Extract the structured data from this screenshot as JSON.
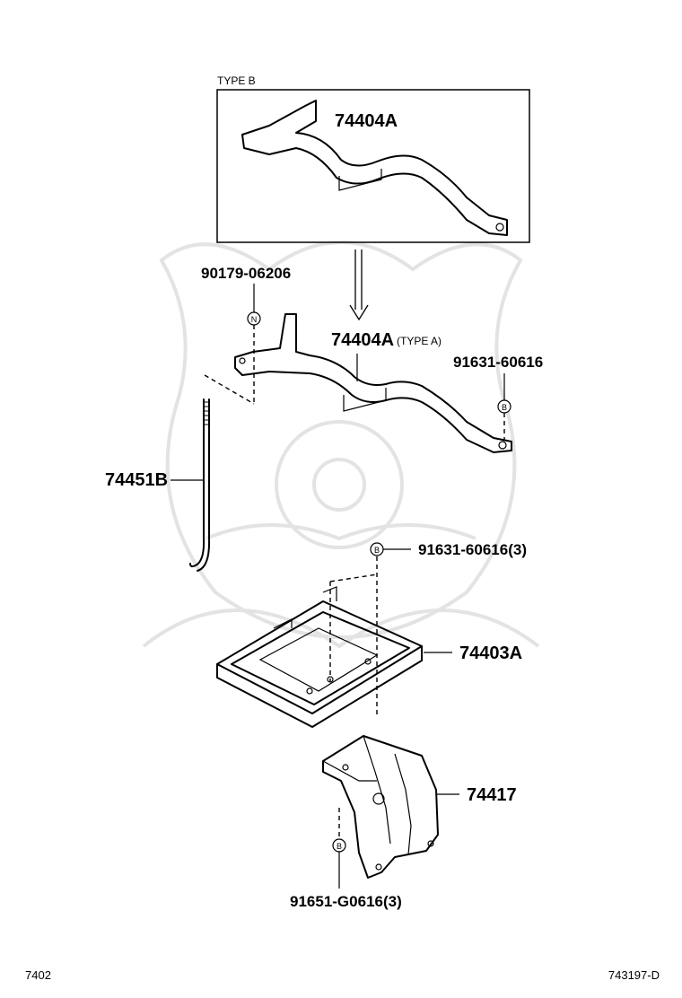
{
  "inset": {
    "caption": "TYPE B",
    "part_number": "74404A"
  },
  "labels": {
    "bolt_top": "90179-06206",
    "hold_down": "74404A",
    "hold_down_type": "(TYPE A)",
    "nut_right": "91631-60616",
    "rod": "74451B",
    "tray_nut": "91631-60616(3)",
    "tray": "74403A",
    "bracket": "74417",
    "bracket_bolt": "91651-G0616(3)"
  },
  "callouts": {
    "n_mark": "N",
    "b_mark": "B"
  },
  "footer": {
    "left_code": "7402",
    "right_code": "743197-D"
  },
  "colors": {
    "line": "#000000",
    "watermark": "#e3e3e3",
    "background": "#ffffff"
  }
}
